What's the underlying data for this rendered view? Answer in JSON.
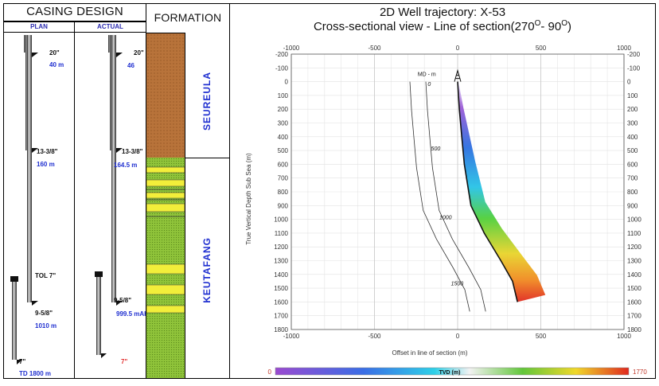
{
  "casing": {
    "title": "CASING DESIGN",
    "plan_label": "PLAN",
    "actual_label": "ACTUAL",
    "plan_labels": [
      {
        "text": "20\"",
        "style": "black"
      },
      {
        "text": "40 m",
        "style": "blue"
      },
      {
        "text": "13-3/8\"",
        "style": "black"
      },
      {
        "text": "160 m",
        "style": "blue"
      },
      {
        "text": "TOL 7\"",
        "style": "black"
      },
      {
        "text": "9-5/8\"",
        "style": "black"
      },
      {
        "text": "1010 m",
        "style": "blue"
      },
      {
        "text": "7\"",
        "style": "black"
      },
      {
        "text": "TD   1800 m",
        "style": "blue"
      }
    ],
    "actual_labels": [
      {
        "text": "20\"",
        "style": "black"
      },
      {
        "text": "46",
        "style": "blue"
      },
      {
        "text": "13-3/8\"",
        "style": "black"
      },
      {
        "text": "164.5 m",
        "style": "blue"
      },
      {
        "text": "9-5/8\"",
        "style": "black"
      },
      {
        "text": "999.5 mAH",
        "style": "blue"
      },
      {
        "text": "7\"",
        "style": "red"
      }
    ]
  },
  "formation": {
    "title": "FORMATION",
    "units": [
      "SEUREULA",
      "KEUTAFANG"
    ]
  },
  "chart_data": {
    "type": "line",
    "title": "2D Well trajectory: X-53",
    "subtitle_main": "Cross-sectional view - Line of section(270",
    "subtitle_deg1": "O",
    "subtitle_mid": "- 90",
    "subtitle_deg2": "O",
    "subtitle_end": ")",
    "xlabel": "Offset in line of section (m)",
    "ylabel": "True Vertical Depth Sub Sea (m)",
    "xlim": [
      -1000,
      1000
    ],
    "ylim": [
      -200,
      1800
    ],
    "xticks": [
      -1000,
      -500,
      0,
      500,
      1000
    ],
    "yticks": [
      -200,
      -100,
      0,
      100,
      200,
      300,
      400,
      500,
      600,
      700,
      800,
      900,
      1000,
      1100,
      1200,
      1300,
      1400,
      1500,
      1600,
      1700,
      1800
    ],
    "md_label": "MD - m",
    "md_ticks": [
      "0",
      "500",
      "1000",
      "1500"
    ],
    "trajectory": [
      {
        "x": 0,
        "y": 0
      },
      {
        "x": 10,
        "y": 200
      },
      {
        "x": 25,
        "y": 400
      },
      {
        "x": 40,
        "y": 600
      },
      {
        "x": 80,
        "y": 900
      },
      {
        "x": 160,
        "y": 1100
      },
      {
        "x": 260,
        "y": 1300
      },
      {
        "x": 330,
        "y": 1450
      },
      {
        "x": 360,
        "y": 1600
      }
    ],
    "colorbar": {
      "min": "0",
      "max": "1770",
      "label": "TVD (m)"
    }
  }
}
